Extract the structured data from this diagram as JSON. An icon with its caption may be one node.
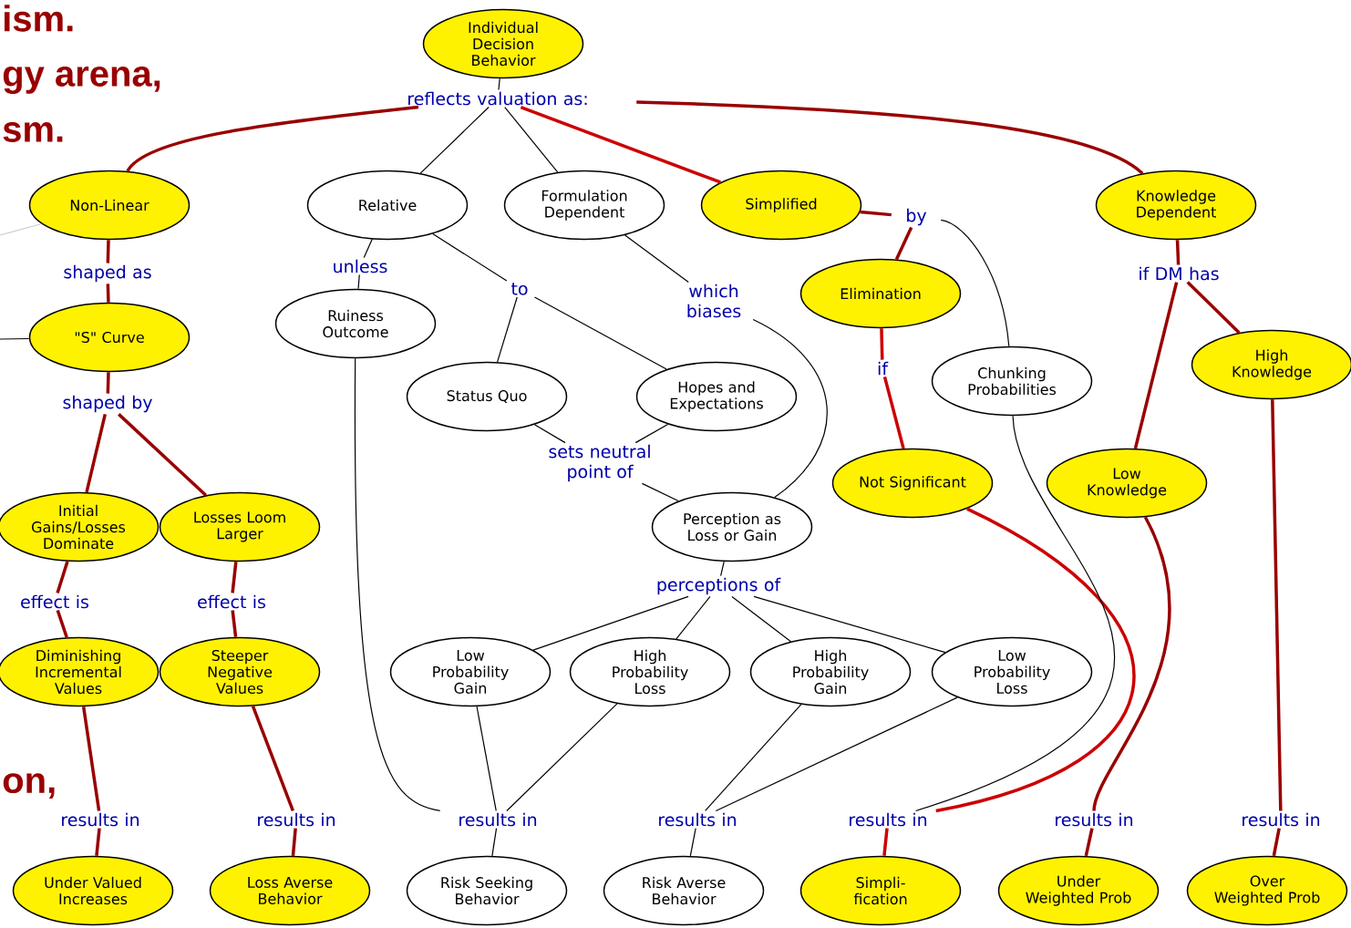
{
  "diagram": {
    "nodes": [
      {
        "text": [
          "Individual Decision Behavior"
        ]
      },
      {
        "text": [
          "reflects valuation as:"
        ]
      },
      {
        "text": [
          "Non-Linear"
        ]
      },
      {
        "text": [
          "Relative"
        ]
      },
      {
        "text": [
          "Formulation Dependent"
        ]
      },
      {
        "text": [
          "Simplified"
        ]
      },
      {
        "text": [
          "Knowledge Dependent"
        ]
      },
      {
        "text": [
          "shaped as"
        ]
      },
      {
        "text": [
          "unless"
        ]
      },
      {
        "text": [
          "to"
        ]
      },
      {
        "text": [
          "which biases"
        ]
      },
      {
        "text": [
          "by"
        ]
      },
      {
        "text": [
          "if DM has"
        ]
      },
      {
        "text": [
          "\"S\" Curve"
        ]
      },
      {
        "text": [
          "Ruiness Outcome"
        ]
      },
      {
        "text": [
          "Elimination"
        ]
      },
      {
        "text": [
          "High Knowledge"
        ]
      },
      {
        "text": [
          "Status Quo"
        ]
      },
      {
        "text": [
          "Hopes and Expectations"
        ]
      },
      {
        "text": [
          "shaped by"
        ]
      },
      {
        "text": [
          "if"
        ]
      },
      {
        "text": [
          "Chunking Probabilities"
        ]
      },
      {
        "text": [
          "sets neutral point of"
        ]
      },
      {
        "text": [
          "Not Significant"
        ]
      },
      {
        "text": [
          "Low Knowledge"
        ]
      },
      {
        "text": [
          "Initial Gains/Losses Dominate"
        ]
      },
      {
        "text": [
          "Losses Loom Larger"
        ]
      },
      {
        "text": [
          "Perception as Loss or Gain"
        ]
      },
      {
        "text": [
          "effect is"
        ]
      },
      {
        "text": [
          "effect is"
        ]
      },
      {
        "text": [
          "perceptions of"
        ]
      },
      {
        "text": [
          "Diminishing Incremental Values"
        ]
      },
      {
        "text": [
          "Steeper Negative Values"
        ]
      },
      {
        "text": [
          "Low Probability Gain"
        ]
      },
      {
        "text": [
          "High Probability Loss"
        ]
      },
      {
        "text": [
          "High Probability Gain"
        ]
      },
      {
        "text": [
          "Low Probability Loss"
        ]
      },
      {
        "text": [
          "results in"
        ]
      },
      {
        "text": [
          "results in"
        ]
      },
      {
        "text": [
          "results in"
        ]
      },
      {
        "text": [
          "results in"
        ]
      },
      {
        "text": [
          "results in"
        ]
      },
      {
        "text": [
          "results in"
        ]
      },
      {
        "text": [
          "results in"
        ]
      },
      {
        "text": [
          "Under Valued Increases"
        ]
      },
      {
        "text": [
          "Loss Averse Behavior"
        ]
      },
      {
        "text": [
          "Risk Seeking Behavior"
        ]
      },
      {
        "text": [
          "Risk Averse Behavior"
        ]
      },
      {
        "text": [
          "Simpli- fication"
        ]
      },
      {
        "text": [
          "Under Weighted Prob"
        ]
      },
      {
        "text": [
          "Over Weighted Prob"
        ]
      }
    ],
    "edges": [
      {
        "from": 0,
        "to": 1,
        "arrow": "none"
      },
      {
        "from": 1,
        "to": 2,
        "arrow": "none",
        "style": "thick",
        "color": "#990000"
      },
      {
        "from": 1,
        "to": 3,
        "arrow": "none"
      },
      {
        "from": 1,
        "to": 4,
        "arrow": "none"
      },
      {
        "from": 1,
        "to": 5,
        "arrow": "none",
        "style": "thick",
        "color": "#cc0000"
      },
      {
        "from": 1,
        "to": 6,
        "arrow": "none",
        "style": "thick",
        "color": "#990000"
      },
      {
        "from": null,
        "to": 2,
        "arrow": "none",
        "color": "#cccccc"
      },
      {
        "from": 2,
        "to": 7,
        "arrow": "none",
        "style": "thick",
        "color": "#990000"
      },
      {
        "from": 7,
        "to": 13,
        "arrow": "none",
        "style": "thick",
        "color": "#990000"
      },
      {
        "from": null,
        "to": 13,
        "arrow": "none"
      },
      {
        "from": 3,
        "to": 8,
        "arrow": "none"
      },
      {
        "from": 8,
        "to": 14,
        "arrow": "none"
      },
      {
        "from": 3,
        "to": 9,
        "arrow": "none"
      },
      {
        "from": 9,
        "to": 17,
        "arrow": "none"
      },
      {
        "from": 9,
        "to": 18,
        "arrow": "none"
      },
      {
        "from": 4,
        "to": 10,
        "arrow": "none"
      },
      {
        "from": 10,
        "to": 27,
        "arrow": "none"
      },
      {
        "from": 5,
        "to": 11,
        "arrow": "none",
        "style": "thick",
        "color": "#990000"
      },
      {
        "from": 11,
        "to": 15,
        "arrow": "none",
        "style": "thick",
        "color": "#990000"
      },
      {
        "from": 11,
        "to": 21,
        "arrow": "none"
      },
      {
        "from": 15,
        "to": 20,
        "arrow": "none",
        "style": "thick",
        "color": "#cc0000"
      },
      {
        "from": 20,
        "to": 23,
        "arrow": "none",
        "style": "thick",
        "color": "#cc0000"
      },
      {
        "from": 6,
        "to": 12,
        "arrow": "none",
        "style": "thick",
        "color": "#990000"
      },
      {
        "from": 12,
        "to": 24,
        "arrow": "none",
        "style": "thick",
        "color": "#990000"
      },
      {
        "from": 12,
        "to": 16,
        "arrow": "none",
        "style": "thick",
        "color": "#990000"
      },
      {
        "from": 13,
        "to": 19,
        "arrow": "none",
        "style": "thick",
        "color": "#990000"
      },
      {
        "from": 19,
        "to": 25,
        "arrow": "none",
        "style": "thick",
        "color": "#990000"
      },
      {
        "from": 19,
        "to": 26,
        "arrow": "none",
        "style": "thick",
        "color": "#990000"
      },
      {
        "from": 17,
        "to": 22,
        "arrow": "none"
      },
      {
        "from": 18,
        "to": 22,
        "arrow": "none"
      },
      {
        "from": 22,
        "to": 27,
        "arrow": "none"
      },
      {
        "from": 25,
        "to": 28,
        "arrow": "none",
        "style": "thick",
        "color": "#990000"
      },
      {
        "from": 28,
        "to": 31,
        "arrow": "none",
        "style": "thick",
        "color": "#990000"
      },
      {
        "from": 26,
        "to": 29,
        "arrow": "none",
        "style": "thick",
        "color": "#990000"
      },
      {
        "from": 29,
        "to": 32,
        "arrow": "none",
        "style": "thick",
        "color": "#990000"
      },
      {
        "from": 27,
        "to": 30,
        "arrow": "none"
      },
      {
        "from": 30,
        "to": 33,
        "arrow": "none"
      },
      {
        "from": 30,
        "to": 34,
        "arrow": "none"
      },
      {
        "from": 30,
        "to": 35,
        "arrow": "none"
      },
      {
        "from": 30,
        "to": 36,
        "arrow": "none"
      },
      {
        "from": 31,
        "to": 37,
        "arrow": "none",
        "style": "thick",
        "color": "#990000"
      },
      {
        "from": 37,
        "to": 44,
        "arrow": "none",
        "style": "thick",
        "color": "#990000"
      },
      {
        "from": 32,
        "to": 38,
        "arrow": "none",
        "style": "thick",
        "color": "#990000"
      },
      {
        "from": 38,
        "to": 45,
        "arrow": "none",
        "style": "thick",
        "color": "#990000"
      },
      {
        "from": 14,
        "to": 39,
        "arrow": "none"
      },
      {
        "from": 33,
        "to": 39,
        "arrow": "none"
      },
      {
        "from": 34,
        "to": 39,
        "arrow": "none"
      },
      {
        "from": 39,
        "to": 46,
        "arrow": "none"
      },
      {
        "from": 35,
        "to": 40,
        "arrow": "none"
      },
      {
        "from": 36,
        "to": 40,
        "arrow": "none"
      },
      {
        "from": 40,
        "to": 47,
        "arrow": "none"
      },
      {
        "from": 23,
        "to": 41,
        "arrow": "none",
        "style": "thick",
        "color": "#cc0000"
      },
      {
        "from": 21,
        "to": 41,
        "arrow": "none"
      },
      {
        "from": 41,
        "to": 48,
        "arrow": "none",
        "style": "thick",
        "color": "#cc0000"
      },
      {
        "from": 24,
        "to": 42,
        "arrow": "none",
        "style": "thick",
        "color": "#990000"
      },
      {
        "from": 42,
        "to": 49,
        "arrow": "none",
        "style": "thick",
        "color": "#990000"
      },
      {
        "from": 16,
        "to": 43,
        "arrow": "none",
        "style": "thick",
        "color": "#990000"
      },
      {
        "from": 43,
        "to": 50,
        "arrow": "none",
        "style": "thick",
        "color": "#990000"
      }
    ],
    "labels": [
      "ism.",
      "gy arena,",
      "sm.",
      "on,"
    ]
  }
}
